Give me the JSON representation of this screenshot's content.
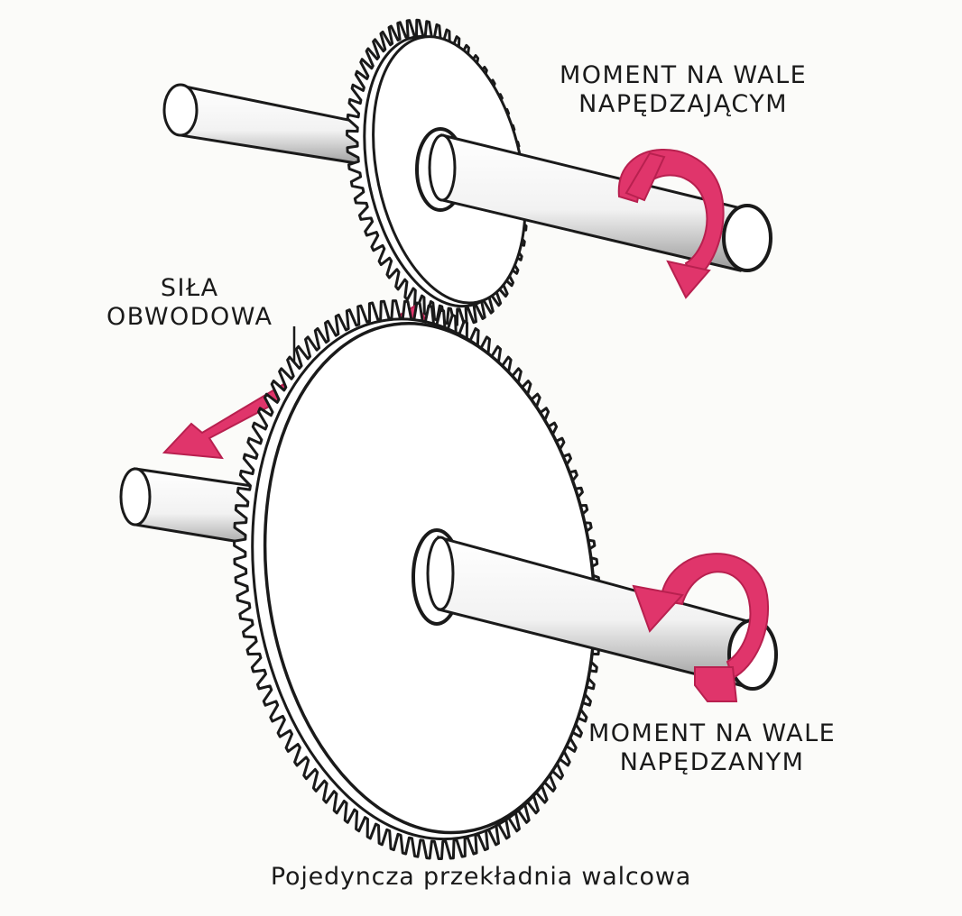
{
  "labels": {
    "driving_torque": {
      "line1": "MOMENT NA WALE",
      "line2": "NAPĘDZAJĄCYM"
    },
    "driven_torque": {
      "line1": "MOMENT NA WALE",
      "line2": "NAPĘDZANYM"
    },
    "tangential_force": {
      "line1": "SIŁA",
      "line2": "OBWODOWA"
    }
  },
  "caption": "Pojedyncza przekładnia walcowa",
  "colors": {
    "arrow": "#e0356b",
    "arrow_dark": "#b8204f",
    "outline": "#1a1a1a",
    "metal": "#ffffff",
    "background": "#fbfbf9"
  },
  "gears": {
    "driving_teeth": 56,
    "driven_teeth": 96
  }
}
